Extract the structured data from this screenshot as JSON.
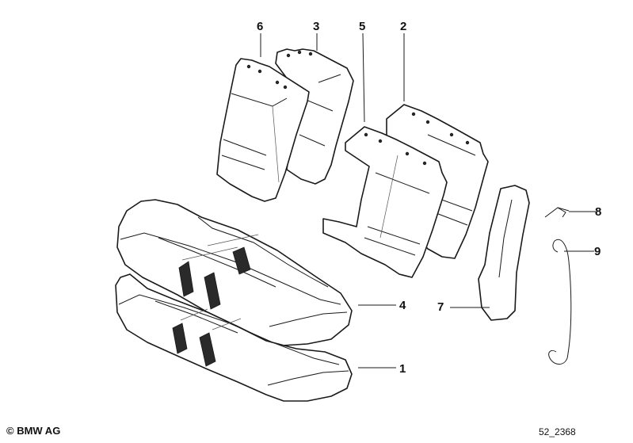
{
  "callouts": {
    "c1": "1",
    "c2": "2",
    "c3": "3",
    "c4": "4",
    "c5": "5",
    "c6": "6",
    "c7": "7",
    "c8": "8",
    "c9": "9"
  },
  "footer": {
    "copyright": "© BMW AG",
    "diagram_id": "52_2368"
  }
}
